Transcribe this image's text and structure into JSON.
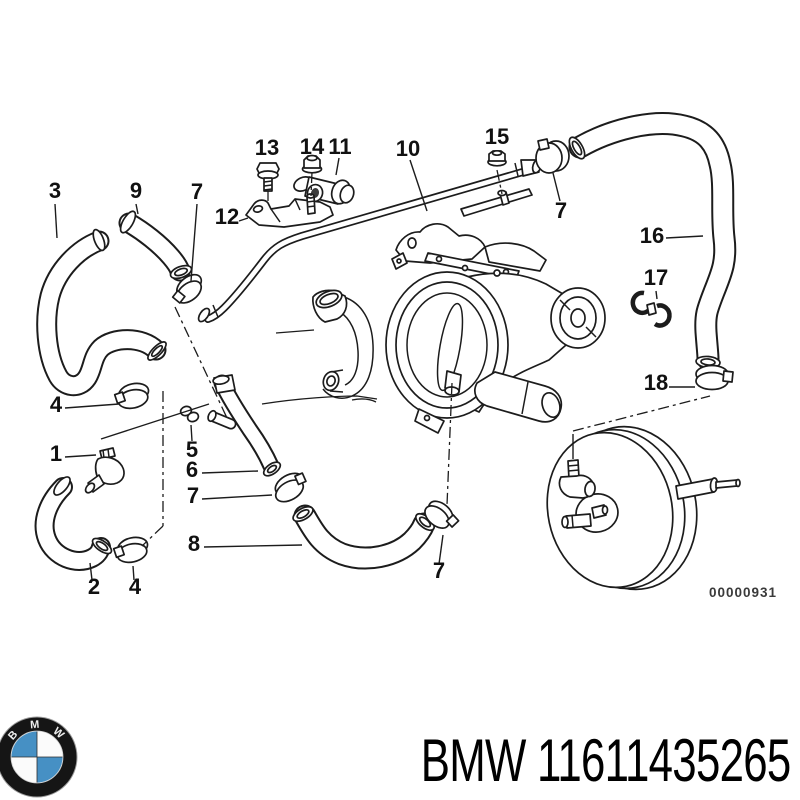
{
  "diagram": {
    "watermark": "00000931",
    "line_color": "#1c1c1c",
    "callouts": [
      {
        "text": "3"
      },
      {
        "text": "9"
      },
      {
        "text": "7"
      },
      {
        "text": "13"
      },
      {
        "text": "14"
      },
      {
        "text": "11"
      },
      {
        "text": "10"
      },
      {
        "text": "15"
      },
      {
        "text": "12"
      },
      {
        "text": "7"
      },
      {
        "text": "16"
      },
      {
        "text": "17"
      },
      {
        "text": "18"
      },
      {
        "text": "4"
      },
      {
        "text": "1"
      },
      {
        "text": "5"
      },
      {
        "text": "6"
      },
      {
        "text": "7"
      },
      {
        "text": "8"
      },
      {
        "text": "2"
      },
      {
        "text": "4"
      },
      {
        "text": "7"
      }
    ]
  },
  "footer": {
    "part_label": "BMW 11611435265",
    "logo": {
      "letters": [
        "B",
        "M",
        "W"
      ],
      "ring_color": "#151515",
      "blue": "#4690c4"
    }
  }
}
